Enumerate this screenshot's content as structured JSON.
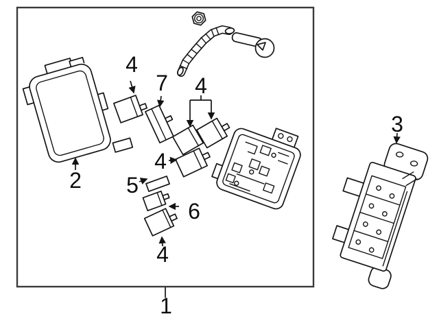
{
  "diagram": {
    "background": "#ffffff",
    "frame_color": "#3a3a3a",
    "line_color": "#141414",
    "callouts": {
      "item1": "1",
      "item2": "2",
      "item3": "3",
      "item4a": "4",
      "item4b": "4",
      "item4c": "4",
      "item4d": "4",
      "item5": "5",
      "item6": "6",
      "item7": "7"
    }
  }
}
